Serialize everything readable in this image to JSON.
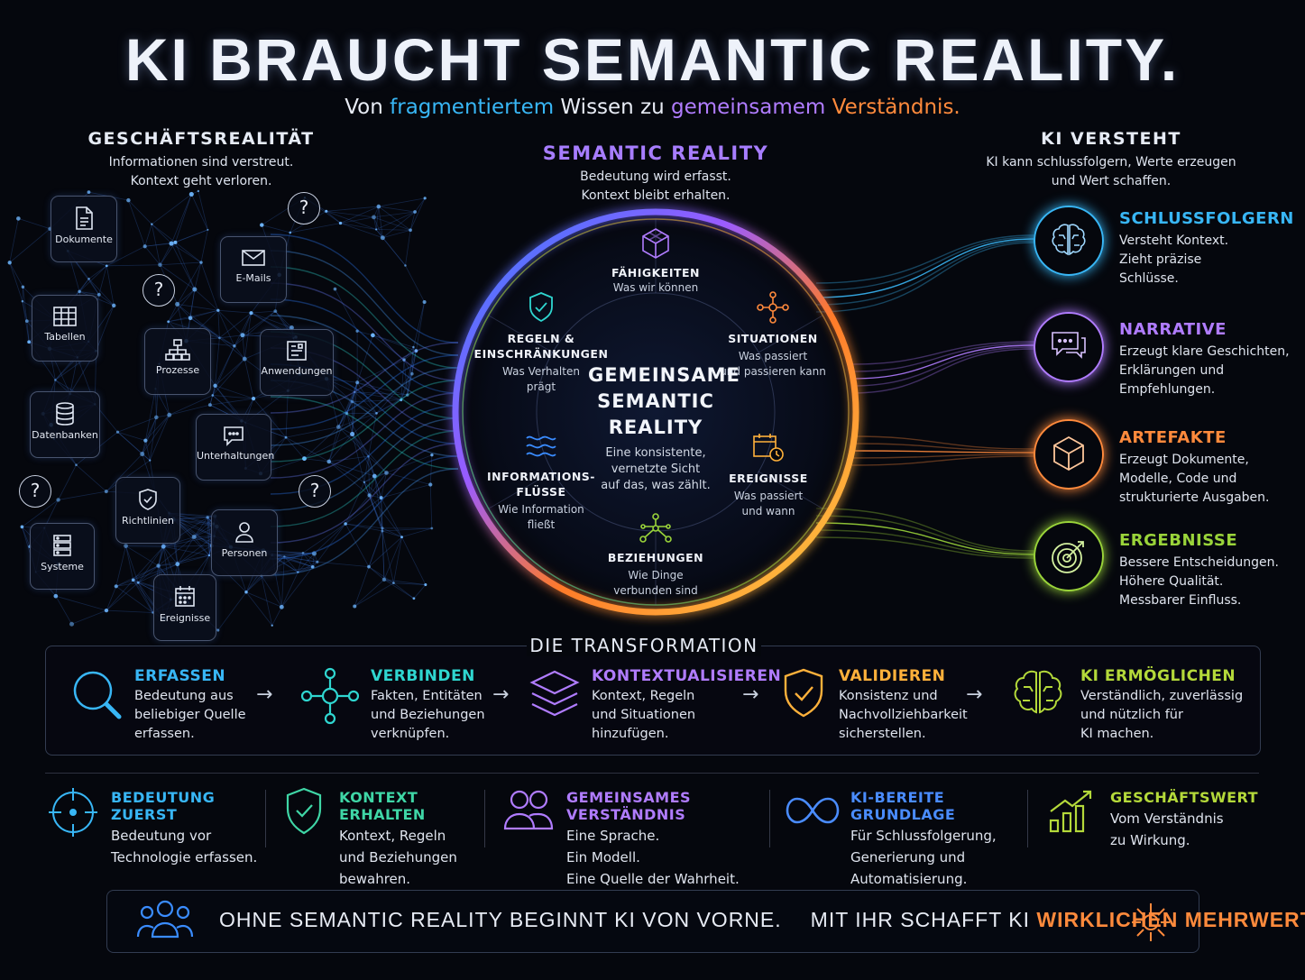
{
  "title": "KI BRAUCHT SEMANTIC REALITY.",
  "subtitle": {
    "p1": "Von ",
    "p2": "fragmentiertem",
    "p3": " Wissen zu ",
    "p4": "gemeinsamem",
    "p5": " ",
    "p6": "Verständnis."
  },
  "colors": {
    "blue": "#38b6f5",
    "cyan": "#2fd6d0",
    "purple": "#b07cff",
    "violet": "#9a6bff",
    "orange": "#ff8a3c",
    "amber": "#ffb13b",
    "green": "#9ad43a",
    "teal": "#3fd6a6"
  },
  "left": {
    "heading": "GESCHÄFTSREALITÄT",
    "line1": "Informationen sind verstreut.",
    "line2": "Kontext geht verloren.",
    "items": [
      {
        "label": "Dokumente",
        "icon": "document-icon"
      },
      {
        "label": "E-Mails",
        "icon": "mail-icon"
      },
      {
        "label": "Tabellen",
        "icon": "table-icon"
      },
      {
        "label": "Prozesse",
        "icon": "process-icon"
      },
      {
        "label": "Anwendungen",
        "icon": "app-icon"
      },
      {
        "label": "Datenbanken",
        "icon": "database-icon"
      },
      {
        "label": "Unterhaltungen",
        "icon": "chat-icon"
      },
      {
        "label": "Richtlinien",
        "icon": "shield-check-icon"
      },
      {
        "label": "Personen",
        "icon": "person-icon"
      },
      {
        "label": "Systeme",
        "icon": "server-icon"
      },
      {
        "label": "Ereignisse",
        "icon": "calendar-icon"
      }
    ],
    "question": "?"
  },
  "center": {
    "heading": "SEMANTIC REALITY",
    "line1": "Bedeutung wird erfasst.",
    "line2": "Kontext bleibt erhalten.",
    "core_title": [
      "GEMEINSAME",
      "SEMANTIC",
      "REALITY"
    ],
    "core_text": [
      "Eine konsistente,",
      "vernetzte Sicht",
      "auf das, was zählt."
    ],
    "segments": [
      {
        "title": "FÄHIGKEITEN",
        "text": "Was wir können",
        "icon": "cube-icon"
      },
      {
        "title": "REGELN &",
        "title2": "EINSCHRÄNKUNGEN",
        "text": "Was Verhalten",
        "text2": "prägt",
        "icon": "shield-check-icon"
      },
      {
        "title": "SITUATIONEN",
        "text": "Was passiert",
        "text2": "und passieren kann",
        "icon": "network-icon"
      },
      {
        "title": "INFORMATIONS-",
        "title2": "FLÜSSE",
        "text": "Wie Information",
        "text2": "fließt",
        "icon": "waves-icon"
      },
      {
        "title": "EREIGNISSE",
        "text": "Was passiert",
        "text2": "und wann",
        "icon": "calendar-clock-icon"
      },
      {
        "title": "BEZIEHUNGEN",
        "text": "Wie Dinge",
        "text2": "verbunden sind",
        "icon": "graph-icon"
      }
    ]
  },
  "right": {
    "heading": "KI VERSTEHT",
    "line1": "KI kann schlussfolgern, Werte erzeugen",
    "line2": "und Wert schaffen.",
    "outcomes": [
      {
        "title": "SCHLUSSFOLGERN",
        "lines": [
          "Versteht Kontext.",
          "Zieht präzise",
          "Schlüsse."
        ],
        "color": "#38b6f5",
        "icon": "brain-icon"
      },
      {
        "title": "NARRATIVE",
        "lines": [
          "Erzeugt klare Geschichten,",
          "Erklärungen und",
          "Empfehlungen."
        ],
        "color": "#b07cff",
        "icon": "speech-bubbles-icon"
      },
      {
        "title": "ARTEFAKTE",
        "lines": [
          "Erzeugt Dokumente,",
          "Modelle, Code und",
          "strukturierte Ausgaben."
        ],
        "color": "#ff8a3c",
        "icon": "box-icon"
      },
      {
        "title": "ERGEBNISSE",
        "lines": [
          "Bessere Entscheidungen.",
          "Höhere Qualität.",
          "Messbarer Einfluss."
        ],
        "color": "#9ad43a",
        "icon": "target-icon"
      }
    ]
  },
  "transformation": {
    "heading": "DIE TRANSFORMATION",
    "arrow": "→",
    "steps": [
      {
        "title": "ERFASSEN",
        "lines": [
          "Bedeutung aus",
          "beliebiger Quelle",
          "erfassen."
        ],
        "color": "#38b6f5",
        "icon": "magnifier-icon"
      },
      {
        "title": "VERBINDEN",
        "lines": [
          "Fakten, Entitäten",
          "und Beziehungen",
          "verknüpfen."
        ],
        "color": "#2fd6d0",
        "icon": "hub-icon"
      },
      {
        "title": "KONTEXTUALISIEREN",
        "lines": [
          "Kontext, Regeln",
          "und Situationen",
          "hinzufügen."
        ],
        "color": "#b07cff",
        "icon": "layers-icon"
      },
      {
        "title": "VALIDIEREN",
        "lines": [
          "Konsistenz und",
          "Nachvollziehbarkeit",
          "sicherstellen."
        ],
        "color": "#ffb13b",
        "icon": "shield-check-icon"
      },
      {
        "title": "KI ERMÖGLICHEN",
        "lines": [
          "Verständlich, zuverlässig",
          "und nützlich für",
          "KI machen."
        ],
        "color": "#b4d93a",
        "icon": "brain-icon"
      }
    ]
  },
  "benefits": [
    {
      "title": "BEDEUTUNG ZUERST",
      "lines": [
        "Bedeutung vor",
        "Technologie erfassen."
      ],
      "color": "#38b6f5",
      "icon": "crosshair-icon"
    },
    {
      "title": "KONTEXT ERHALTEN",
      "lines": [
        "Kontext, Regeln",
        "und Beziehungen",
        "bewahren."
      ],
      "color": "#3fd6a6",
      "icon": "shield-check-icon"
    },
    {
      "title": "GEMEINSAMES VERSTÄNDNIS",
      "lines": [
        "Eine Sprache.",
        "Ein Modell.",
        "Eine Quelle der Wahrheit."
      ],
      "color": "#b07cff",
      "icon": "people-icon"
    },
    {
      "title": "KI-BEREITE GRUNDLAGE",
      "lines": [
        "Für Schlussfolgerung,",
        "Generierung und",
        "Automatisierung."
      ],
      "color": "#4a8cff",
      "icon": "infinity-icon"
    },
    {
      "title": "GESCHÄFTSWERT",
      "lines": [
        "Vom Verständnis",
        "zu Wirkung."
      ],
      "color": "#b4d93a",
      "icon": "growth-chart-icon"
    }
  ],
  "footer": {
    "part1": "OHNE SEMANTIC REALITY BEGINNT KI VON VORNE.",
    "part2": "MIT IHR SCHAFFT KI ",
    "highlight": "WIRKLICHEN MEHRWERT.",
    "icon_left": "group-icon",
    "icon_right": "sparkle-icon"
  }
}
